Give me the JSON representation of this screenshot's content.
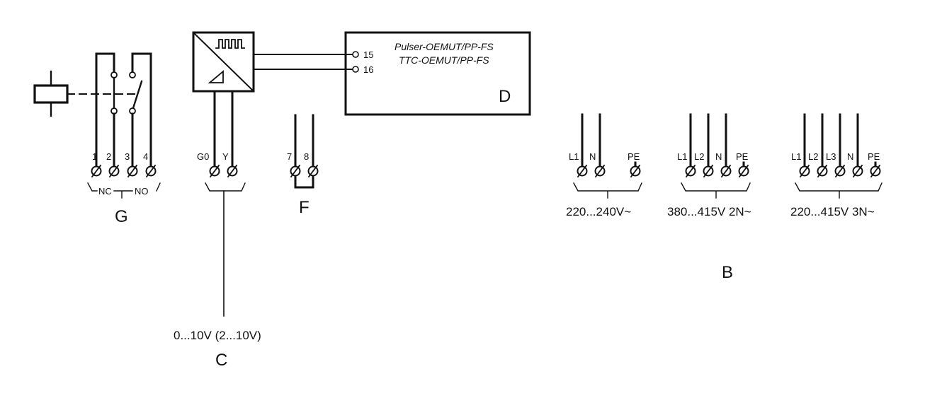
{
  "group_g": {
    "letter": "G",
    "terminals": [
      "1",
      "2",
      "3",
      "4"
    ],
    "contact_nc": "NC",
    "contact_no": "NO"
  },
  "group_c": {
    "letter": "C",
    "terminals": [
      "G0",
      "Y"
    ],
    "signal": "0...10V (2...10V)"
  },
  "group_f": {
    "letter": "F",
    "terminals": [
      "7",
      "8"
    ]
  },
  "group_d": {
    "letter": "D",
    "line1": "Pulser-OEMUT/PP-FS",
    "line2": "TTC-OEMUT/PP-FS",
    "pins": [
      "15",
      "16"
    ]
  },
  "group_b": {
    "letter": "B",
    "supplies": [
      {
        "terminals": [
          "L1",
          "N",
          "PE"
        ],
        "voltage": "220...240V~"
      },
      {
        "terminals": [
          "L1",
          "L2",
          "N",
          "PE"
        ],
        "voltage": "380...415V 2N~"
      },
      {
        "terminals": [
          "L1",
          "L2",
          "L3",
          "N",
          "PE"
        ],
        "voltage": "220...415V 3N~"
      }
    ]
  }
}
